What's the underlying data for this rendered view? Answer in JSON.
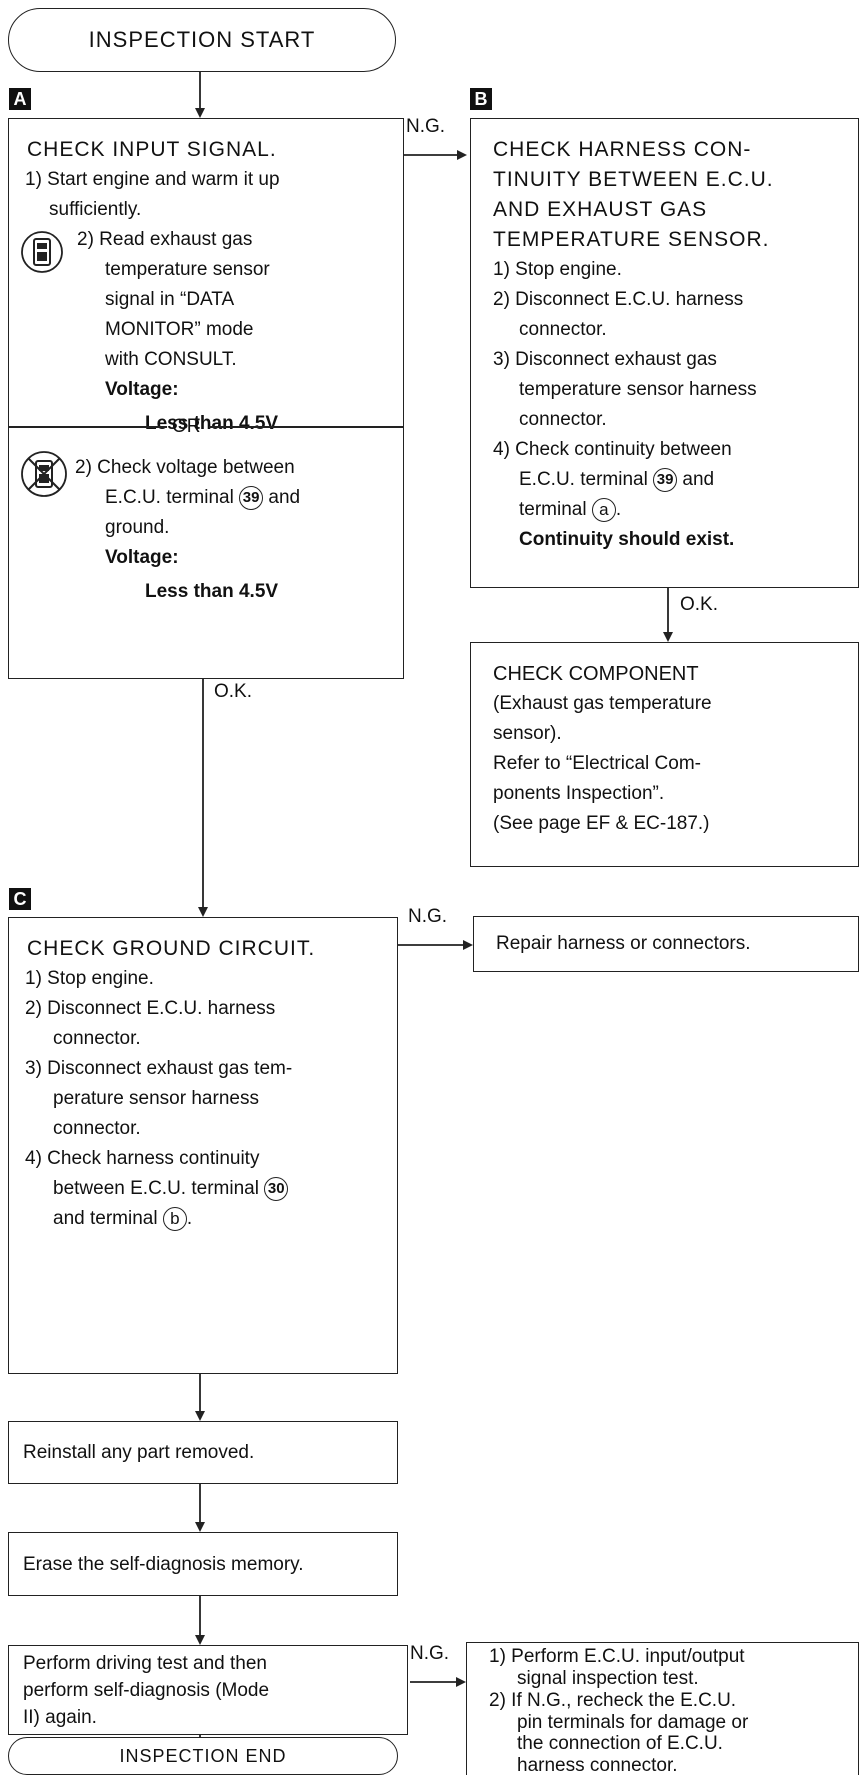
{
  "start": "INSPECTION START",
  "end": "INSPECTION END",
  "badges": {
    "a": "A",
    "b": "B",
    "c": "C"
  },
  "labels": {
    "ng": "N.G.",
    "ok": "O.K.",
    "or": "OR"
  },
  "box_a": {
    "title": "CHECK INPUT SIGNAL.",
    "s1a": "1) Start engine and warm it up",
    "s1b": "sufficiently.",
    "s2a": "2) Read exhaust gas",
    "s2b": "temperature sensor",
    "s2c": "signal in “DATA",
    "s2d": "MONITOR” mode",
    "s2e": "with CONSULT.",
    "voltage_label": "Voltage:",
    "voltage_value": "Less than 4.5V",
    "alt_a": "2) Check voltage between",
    "alt_b": "E.C.U. terminal",
    "alt_terminal": "39",
    "alt_b2": "and",
    "alt_c": "ground.",
    "alt_voltage_label": "Voltage:",
    "alt_voltage_value": "Less than 4.5V"
  },
  "box_b": {
    "t1": "CHECK HARNESS CON-",
    "t2": "TINUITY BETWEEN E.C.U.",
    "t3": "AND EXHAUST GAS",
    "t4": "TEMPERATURE SENSOR.",
    "s1": "1) Stop engine.",
    "s2a": "2) Disconnect E.C.U. harness",
    "s2b": "connector.",
    "s3a": "3) Disconnect exhaust gas",
    "s3b": "temperature sensor harness",
    "s3c": "connector.",
    "s4a": "4) Check continuity between",
    "s4b": "E.C.U. terminal",
    "s4b_terminal": "39",
    "s4b2": "and",
    "s4c": "terminal",
    "s4c_terminal": "a",
    "result": "Continuity should exist."
  },
  "box_comp": {
    "l1": "CHECK COMPONENT",
    "l2": "(Exhaust gas temperature",
    "l3": "sensor).",
    "l4": "Refer to “Electrical Com-",
    "l5": "ponents Inspection”.",
    "l6": "(See page EF & EC-187.)"
  },
  "box_c": {
    "title": "CHECK GROUND CIRCUIT.",
    "s1": "1) Stop engine.",
    "s2a": "2) Disconnect E.C.U. harness",
    "s2b": "connector.",
    "s3a": "3) Disconnect exhaust gas tem-",
    "s3b": "perature sensor harness",
    "s3c": "connector.",
    "s4a": "4) Check harness continuity",
    "s4b": "between E.C.U. terminal",
    "s4b_terminal": "30",
    "s4c": "and terminal",
    "s4c_terminal": "b"
  },
  "repair": "Repair harness or connectors.",
  "reinstall": "Reinstall any part removed.",
  "erase": "Erase the self-diagnosis memory.",
  "drive": {
    "l1": "Perform driving test and then",
    "l2": "perform self-diagnosis (Mode",
    "l3": "II) again."
  },
  "final": {
    "l1": "1) Perform E.C.U. input/output",
    "l2": "signal inspection test.",
    "l3": "2) If N.G., recheck the E.C.U.",
    "l4": "pin terminals for damage or",
    "l5": "the connection of E.C.U.",
    "l6": "harness connector."
  },
  "icons": {
    "consult": "consult-tester-icon",
    "no_consult": "no-consult-tester-icon"
  }
}
